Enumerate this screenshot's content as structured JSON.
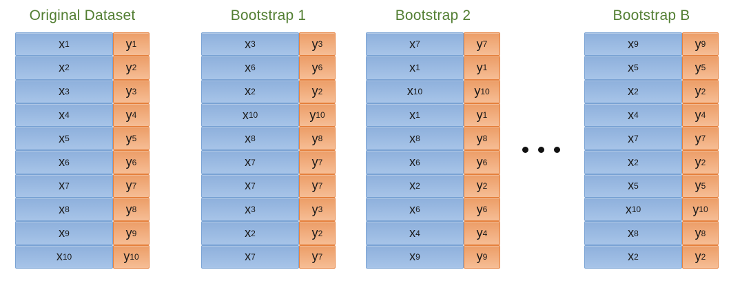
{
  "diagram": {
    "tables": [
      {
        "title": "Original Dataset",
        "indices": [
          "1",
          "2",
          "3",
          "4",
          "5",
          "6",
          "7",
          "8",
          "9",
          "10"
        ]
      },
      {
        "title": "Bootstrap 1",
        "indices": [
          "3",
          "6",
          "2",
          "10",
          "8",
          "7",
          "7",
          "3",
          "2",
          "7"
        ]
      },
      {
        "title": "Bootstrap 2",
        "indices": [
          "7",
          "1",
          "10",
          "1",
          "8",
          "6",
          "2",
          "6",
          "4",
          "9"
        ]
      },
      {
        "title": "Bootstrap B",
        "indices": [
          "9",
          "5",
          "2",
          "4",
          "7",
          "2",
          "5",
          "10",
          "8",
          "2"
        ]
      }
    ],
    "cell_labels": {
      "x": "x",
      "y": "y"
    },
    "ellipsis": {
      "dot_count": 3
    },
    "colors": {
      "title_text": "#527E32",
      "x_fill_top": "#8EB0DC",
      "x_fill_bottom": "#A7C4E8",
      "x_border": "#7AA3D4",
      "y_fill_top": "#EC9D67",
      "y_fill_bottom": "#F6BD95",
      "y_border": "#E5813E",
      "cell_text": "#1A1A1A",
      "ellipsis_dots": "#111111"
    }
  }
}
